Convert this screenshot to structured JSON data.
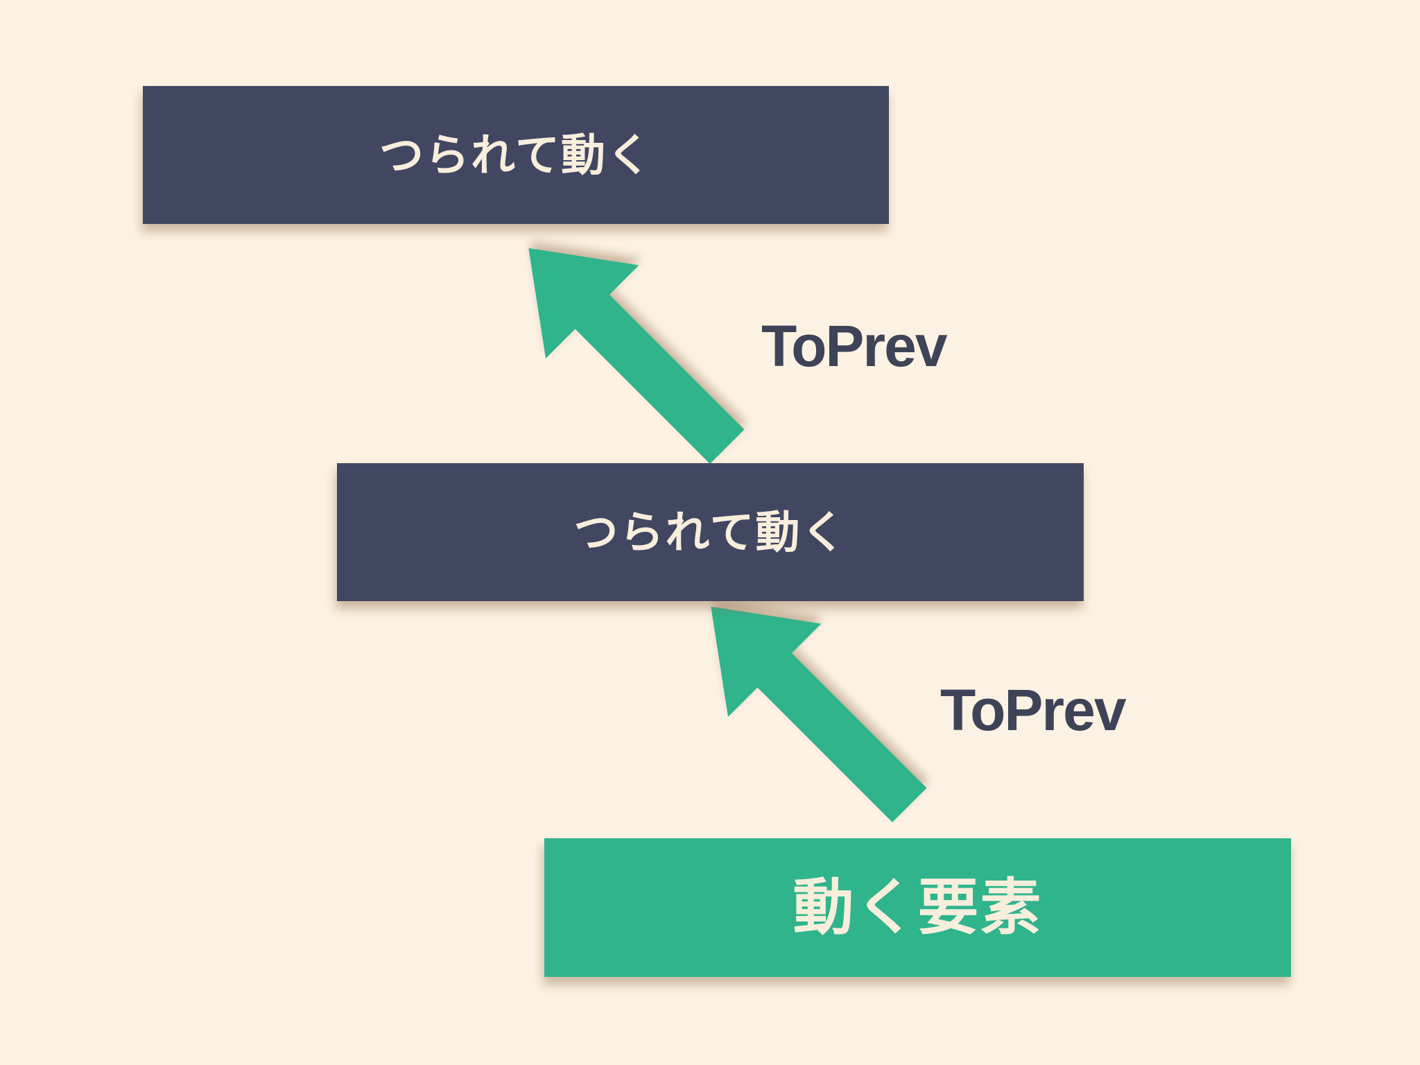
{
  "colors": {
    "bg": "#FCF2E3",
    "navy": "#414661",
    "green": "#2FB48C",
    "cream": "#F8EEDC",
    "labelNavy": "#3E4357",
    "shadow": "rgba(146,112,80,0.45)"
  },
  "diagram": {
    "boxes": [
      {
        "id": "follower-top",
        "label": "つられて動く",
        "color": "#414661"
      },
      {
        "id": "follower-middle",
        "label": "つられて動く",
        "color": "#414661"
      },
      {
        "id": "mover",
        "label": "動く要素",
        "color": "#2FB48C"
      }
    ],
    "arrows": [
      {
        "id": "toprev-1",
        "label": "ToPrev",
        "direction": "up-left"
      },
      {
        "id": "toprev-2",
        "label": "ToPrev",
        "direction": "up-left"
      }
    ]
  }
}
